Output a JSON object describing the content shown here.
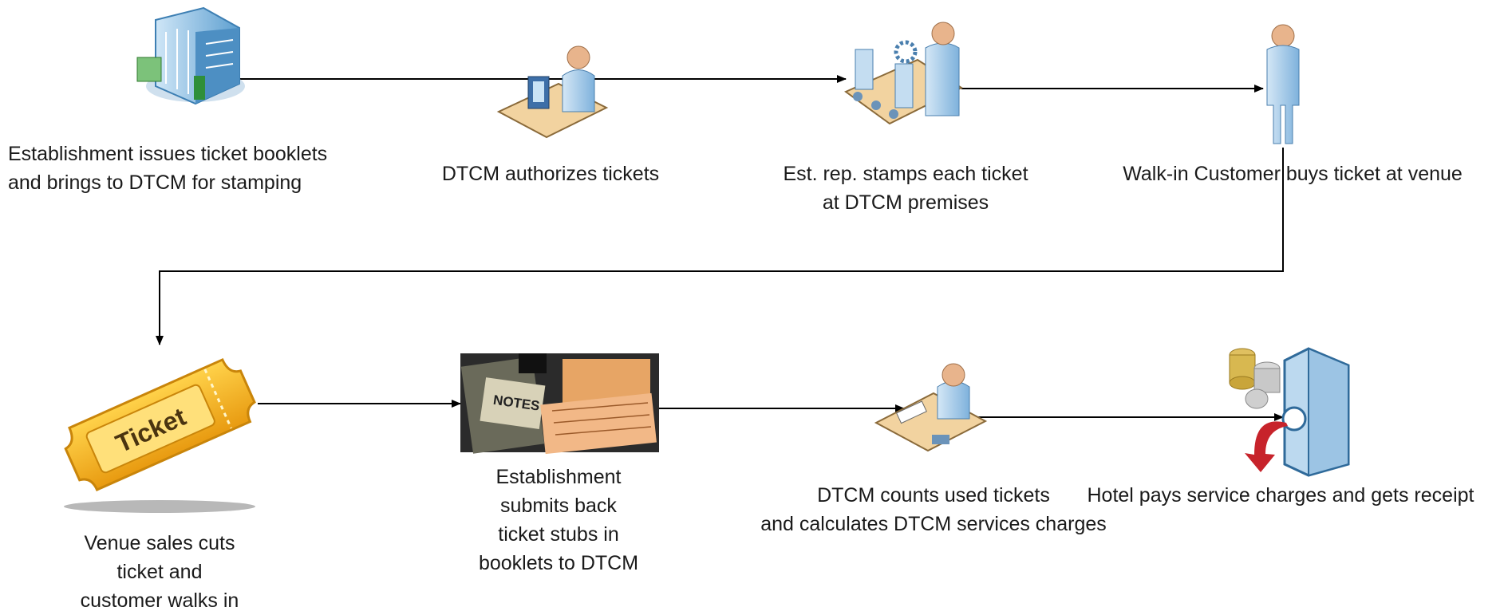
{
  "steps": [
    {
      "id": "issue",
      "icon": "office-building-icon",
      "lines": [
        "Establishment issues ticket booklets",
        "and brings to DTCM for stamping"
      ]
    },
    {
      "id": "authorize",
      "icon": "person-at-computer-icon",
      "lines": [
        "DTCM authorizes tickets"
      ]
    },
    {
      "id": "stamp",
      "icon": "assembly-line-worker-icon",
      "lines": [
        "Est. rep. stamps each ticket",
        "at DTCM premises"
      ]
    },
    {
      "id": "buy",
      "icon": "standing-person-icon",
      "lines": [
        "Walk-in Customer buys ticket at venue"
      ]
    },
    {
      "id": "cut",
      "icon": "ticket-icon",
      "ticket_text": "Ticket",
      "lines": [
        "Venue sales  cuts",
        "ticket and",
        "customer walks in"
      ]
    },
    {
      "id": "submit",
      "icon": "notes-booklets-photo-icon",
      "photo_text": "NOTES",
      "lines": [
        "Establishment",
        "submits back",
        "ticket stubs in",
        "booklets to DTCM"
      ]
    },
    {
      "id": "count",
      "icon": "person-at-desk-icon",
      "lines": [
        "DTCM counts used tickets",
        "and calculates DTCM services charges"
      ]
    },
    {
      "id": "pay",
      "icon": "coins-and-safe-icon",
      "lines": [
        "Hotel pays service charges and gets receipt"
      ]
    }
  ],
  "colors": {
    "arrow": "#000000",
    "text": "#1a1a1a",
    "person": "#a9cbe6",
    "skin": "#e8b48c",
    "ticket": "#f5b21c",
    "desk": "#f2d3a0",
    "safe": "#bcd9ef"
  }
}
